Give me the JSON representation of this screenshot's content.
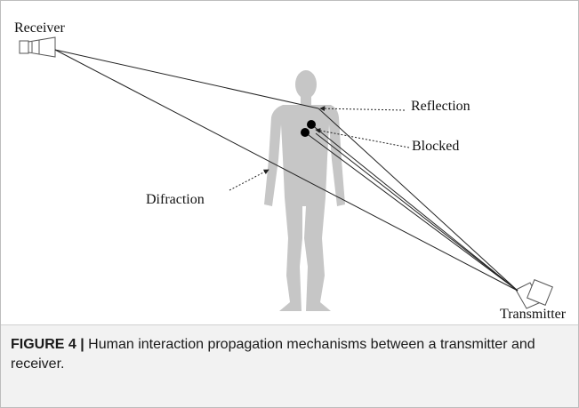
{
  "labels": {
    "receiver": "Receiver",
    "transmitter": "Transmitter",
    "reflection": "Reflection",
    "blocked": "Blocked",
    "diffraction": "Difraction"
  },
  "caption": {
    "figure_label": "FIGURE 4 |",
    "text": " Human interaction propagation mechanisms between a transmitter and receiver."
  },
  "colors": {
    "human": "#c6c6c6",
    "ray": "#222222",
    "obstacle": "#000000",
    "caption_bg": "#f2f2f2"
  }
}
